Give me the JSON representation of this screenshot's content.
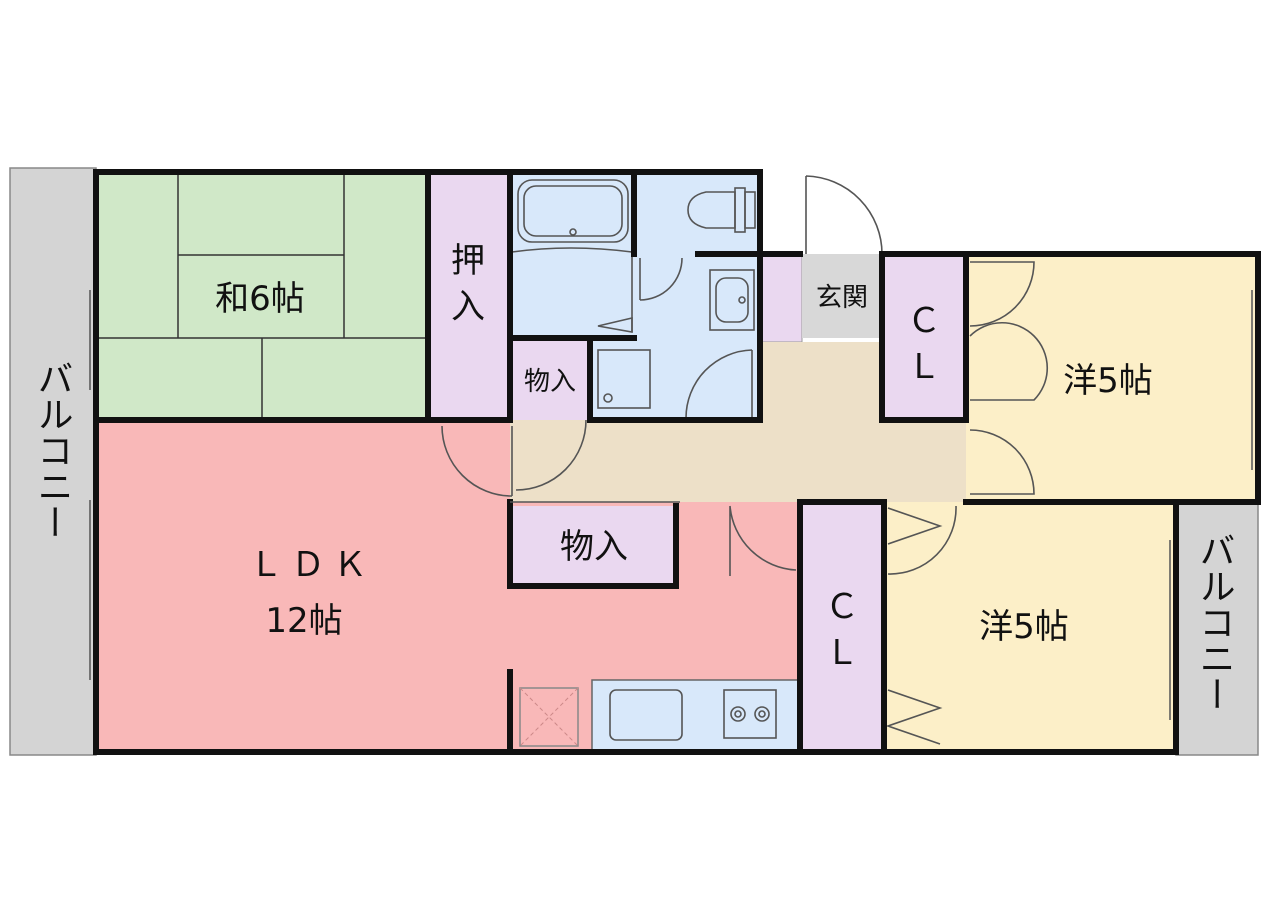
{
  "rooms": {
    "washitsu": "和6帖",
    "oshiire": "押入",
    "monoire_small": "物入",
    "monoire_ldk": "物入",
    "genkan": "玄関",
    "ldk_name": "ＬＤＫ",
    "ldk_size": "12帖",
    "cl_upper": "ＣＬ",
    "cl_lower": "ＣＬ",
    "yoshitsu_upper": "洋5帖",
    "yoshitsu_lower": "洋5帖",
    "balcony_left": "バルコニー",
    "balcony_right": "バルコニー"
  },
  "colors": {
    "washitsu": "#d0e8c8",
    "ldk": "#f9b8b8",
    "storage": "#ead8f0",
    "wet_area": "#d8e8fa",
    "hallway": "#ede0c8",
    "yoshitsu": "#fcefc8",
    "balcony": "#d4d4d4",
    "genkan": "#d8d8d8"
  }
}
